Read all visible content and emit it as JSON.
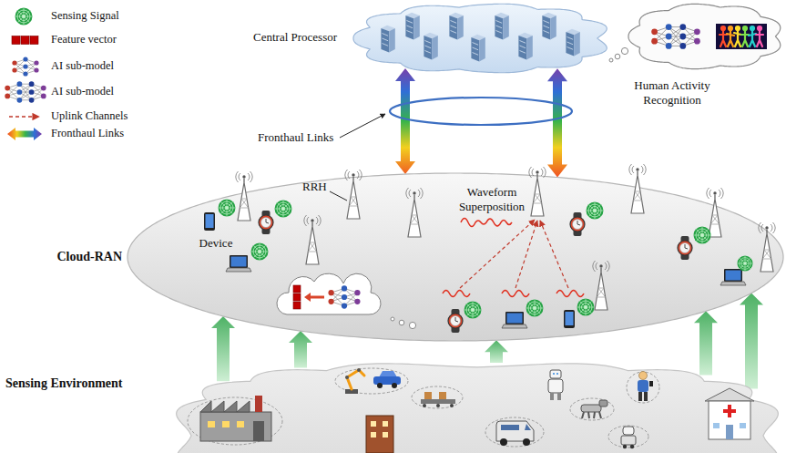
{
  "diagram": {
    "nodes": [
      {
        "text": [
          "Central Processor"
        ]
      },
      {
        "text": [
          "Human Activity Recognition"
        ]
      },
      {
        "text": [
          "Cloud-RAN"
        ]
      },
      {
        "text": [
          "Sensing Environment"
        ]
      }
    ],
    "edges": [
      {
        "from": 0,
        "to": 2,
        "arrow": "both"
      },
      {
        "from": 0,
        "to": 2,
        "arrow": "both"
      },
      {
        "from": 3,
        "to": 2,
        "arrow": "to"
      },
      {
        "from": 3,
        "to": 2,
        "arrow": "to"
      },
      {
        "from": 3,
        "to": 2,
        "arrow": "to"
      },
      {
        "from": 3,
        "to": 2,
        "arrow": "to"
      },
      {
        "from": 3,
        "to": 2,
        "arrow": "to"
      }
    ],
    "labels": [
      "Fronthaul Links",
      "RRH",
      "Waveform Superposition",
      "Device"
    ],
    "legend": [
      {
        "text": "Sensing Signal"
      },
      {
        "text": "Feature vector"
      },
      {
        "text": "AI sub-model"
      },
      {
        "text": "AI sub-model"
      },
      {
        "text": "Uplink Channels"
      },
      {
        "text": "Fronthaul Links"
      }
    ]
  }
}
